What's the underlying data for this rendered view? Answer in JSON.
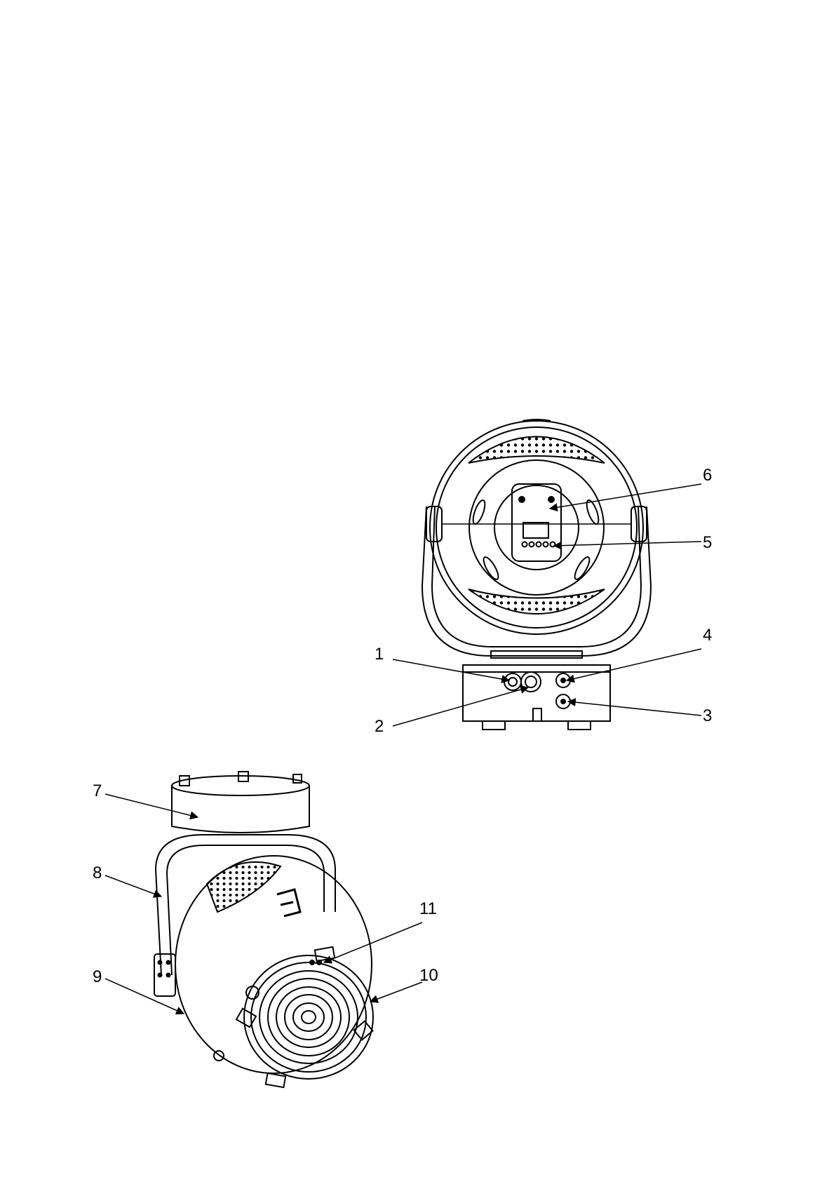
{
  "diagram": {
    "rear_view": {
      "callouts": [
        {
          "n": "1"
        },
        {
          "n": "2"
        },
        {
          "n": "3"
        },
        {
          "n": "4"
        },
        {
          "n": "5"
        },
        {
          "n": "6"
        }
      ]
    },
    "front_view": {
      "callouts": [
        {
          "n": "7"
        },
        {
          "n": "8"
        },
        {
          "n": "9"
        },
        {
          "n": "10"
        },
        {
          "n": "11"
        }
      ]
    }
  },
  "colors": {
    "line": "#000000",
    "background": "#ffffff"
  }
}
